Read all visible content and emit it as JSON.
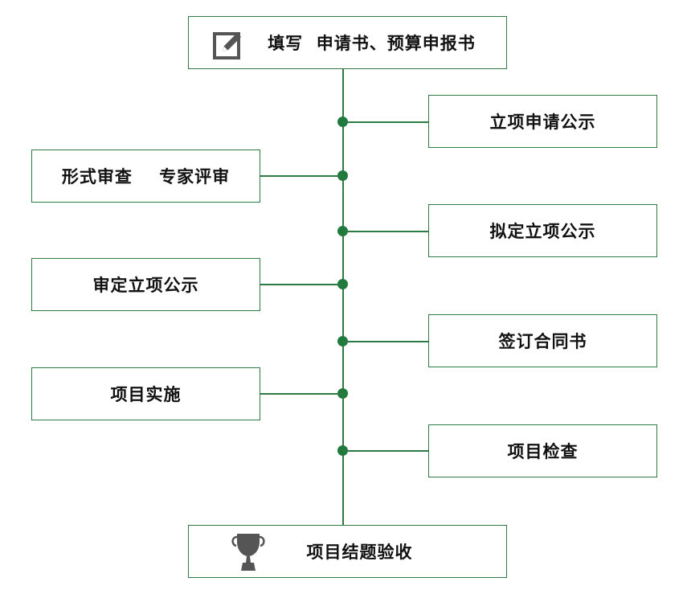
{
  "top": {
    "label": "填写  申请书、预算申报书",
    "icon": "edit-icon"
  },
  "bottom": {
    "label": "项目结题验收",
    "icon": "trophy-icon"
  },
  "steps": [
    {
      "label": "立项申请公示",
      "side": "right"
    },
    {
      "label": "形式审查    专家评审",
      "side": "left"
    },
    {
      "label": "拟定立项公示",
      "side": "right"
    },
    {
      "label": "审定立项公示",
      "side": "left"
    },
    {
      "label": "签订合同书",
      "side": "right"
    },
    {
      "label": "项目实施",
      "side": "left"
    },
    {
      "label": "项目检查",
      "side": "right"
    }
  ],
  "colors": {
    "line": "#2e7a45",
    "dot": "#1f7a3c",
    "icon": "#555555"
  }
}
